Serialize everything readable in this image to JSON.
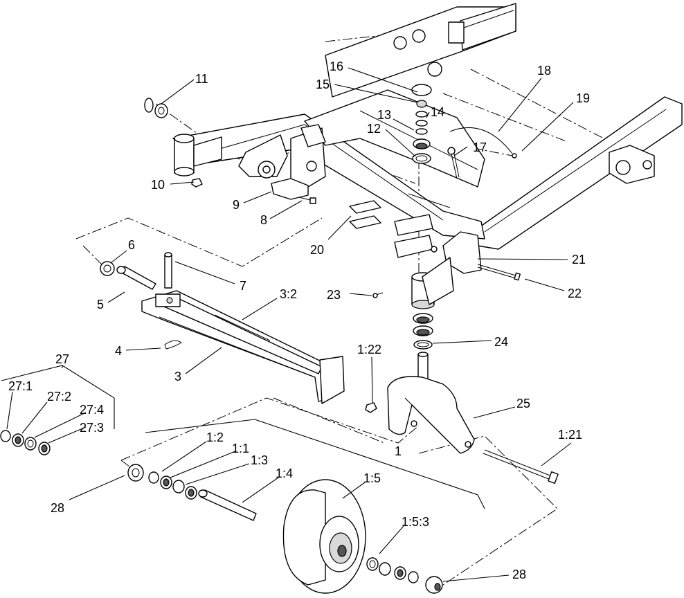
{
  "diagram": {
    "callouts": {
      "c1": "1",
      "c1_2": "1:2",
      "c1_1": "1:1",
      "c1_3": "1:3",
      "c1_4": "1:4",
      "c1_5": "1:5",
      "c1_5_3": "1:5:3",
      "c1_21": "1:21",
      "c1_22": "1:22",
      "c3": "3",
      "c3_2": "3:2",
      "c4": "4",
      "c5": "5",
      "c6": "6",
      "c7": "7",
      "c8": "8",
      "c9": "9",
      "c10": "10",
      "c11": "11",
      "c12": "12",
      "c13": "13",
      "c14": "14",
      "c15": "15",
      "c16": "16",
      "c17": "17",
      "c18": "18",
      "c19": "19",
      "c20": "20",
      "c21": "21",
      "c22": "22",
      "c23": "23",
      "c24": "24",
      "c25": "25",
      "c27": "27",
      "c27_1": "27:1",
      "c27_2": "27:2",
      "c27_4": "27:4",
      "c27_3": "27:3",
      "c28a": "28",
      "c28b": "28"
    }
  }
}
